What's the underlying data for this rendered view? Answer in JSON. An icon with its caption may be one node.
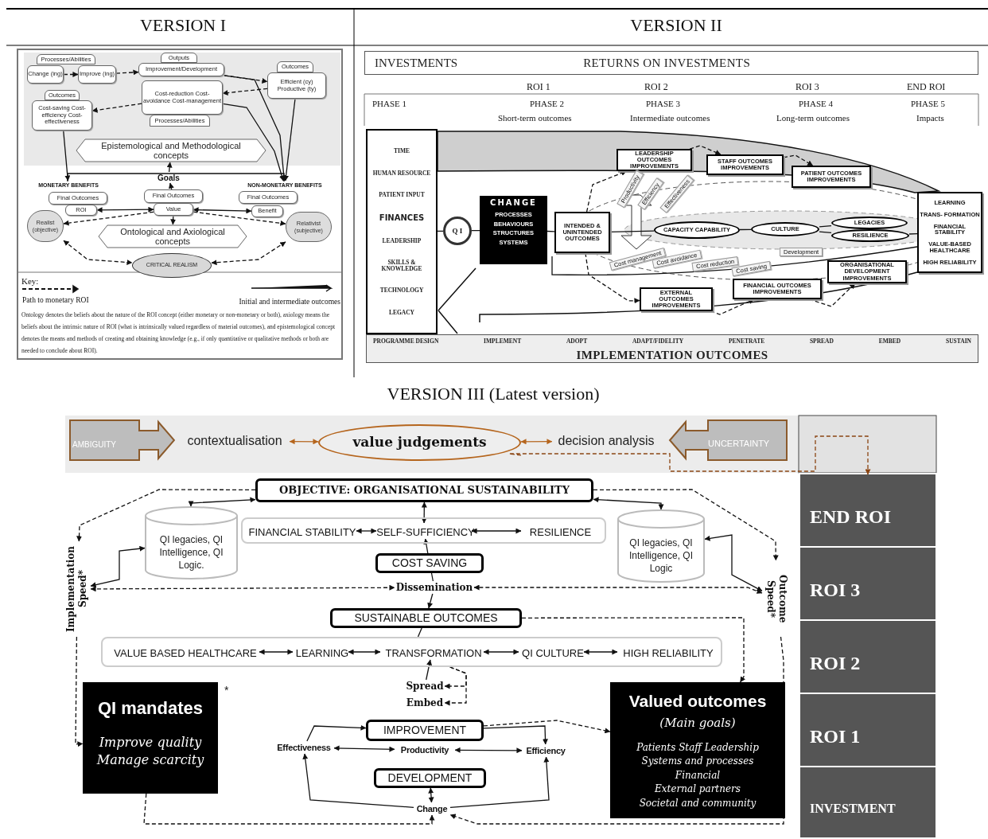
{
  "diagram": {
    "nodes": [
      {
        "text": [
          "Processes/Abilities"
        ]
      },
      {
        "text": [
          "Change (ing)"
        ]
      },
      {
        "text": [
          "Improve (ing)"
        ]
      },
      {
        "text": [
          "Outputs"
        ]
      },
      {
        "text": [
          "Improvement/Development"
        ]
      },
      {
        "text": [
          "Outcomes"
        ]
      },
      {
        "text": [
          "Efficient (cy) Productive (ty)"
        ]
      },
      {
        "text": [
          "Cost-reduction Cost-avoidance Cost-management"
        ]
      },
      {
        "text": [
          "Processes/Abilities"
        ]
      },
      {
        "text": [
          "Outcomes"
        ]
      },
      {
        "text": [
          "Cost-saving Cost-efficiency Cost-effectiveness"
        ]
      },
      {
        "text": [
          "Epistemological and Methodological concepts"
        ]
      },
      {
        "text": [
          "Goals"
        ]
      },
      {
        "text": [
          "MONETARY BENEFITS"
        ]
      },
      {
        "text": [
          "NON-MONETARY BENEFITS"
        ]
      },
      {
        "text": [
          "Final Outcomes"
        ]
      },
      {
        "text": [
          "ROI"
        ]
      },
      {
        "text": [
          "Final Outcomes"
        ]
      },
      {
        "text": [
          "Value"
        ]
      },
      {
        "text": [
          "Final Outcomes"
        ]
      },
      {
        "text": [
          "Benefit"
        ]
      },
      {
        "text": [
          "Realist",
          "(objective)"
        ]
      },
      {
        "text": [
          "Ontological and Axiological concepts"
        ]
      },
      {
        "text": [
          "Relativist",
          "(subjective)"
        ]
      },
      {
        "text": [
          "CRITICAL REALISM"
        ]
      },
      {
        "text": [
          "INVESTMENTS",
          "RETURNS ON INVESTMENTS"
        ]
      },
      {
        "text": [
          "TIME",
          "HUMAN RESOURCE",
          "PATIENT INPUT",
          "FINANCES",
          "LEADERSHIP",
          "SKILLS & KNOWLEDGE",
          "TECHNOLOGY",
          "LEGACY"
        ]
      },
      {
        "text": [
          "Q I"
        ]
      },
      {
        "text": [
          "CHANGE",
          "PROCESSES",
          "BEHAVIOURS",
          "STRUCTURES",
          "SYSTEMS"
        ]
      },
      {
        "text": [
          "INTENDED & UNINTENDED OUTCOMES"
        ]
      },
      {
        "text": [
          "LEADERSHIP OUTCOMES IMPROVEMENTS"
        ]
      },
      {
        "text": [
          "STAFF OUTCOMES IMPROVEMENTS"
        ]
      },
      {
        "text": [
          "PATIENT OUTCOMES IMPROVEMENTS"
        ]
      },
      {
        "text": [
          "CAPACITY CAPABILITY"
        ]
      },
      {
        "text": [
          "CULTURE"
        ]
      },
      {
        "text": [
          "LEGACIES"
        ]
      },
      {
        "text": [
          "RESILIENCE"
        ]
      },
      {
        "text": [
          "LEARNING",
          "TRANS- FORMATION",
          "FINANCIAL STABILITY",
          "VALUE-BASED HEALTHCARE",
          "HIGH RELIABILITY"
        ]
      },
      {
        "text": [
          "ORGANISATIONAL DEVELOPMENT IMPROVEMENTS"
        ]
      },
      {
        "text": [
          "FINANCIAL OUTCOMES IMPROVEMENTS"
        ]
      },
      {
        "text": [
          "EXTERNAL OUTCOMES IMPROVEMENTS"
        ]
      },
      {
        "text": [
          "PROGRAMME DESIGN",
          "IMPLEMENT",
          "ADOPT",
          "ADAPT/FIDELITY",
          "PENETRATE",
          "SPREAD",
          "EMBED",
          "SUSTAIN",
          "IMPLEMENTATION OUTCOMES"
        ]
      },
      {
        "text": [
          "AMBIGUITY"
        ]
      },
      {
        "text": [
          "contextualisation"
        ]
      },
      {
        "text": [
          "value judgements"
        ]
      },
      {
        "text": [
          "decision analysis"
        ]
      },
      {
        "text": [
          "UNCERTAINTY"
        ]
      },
      {
        "text": [
          "OBJECTIVE: ORGANISATIONAL SUSTAINABILITY"
        ]
      },
      {
        "text": [
          "QI legacies, QI Intelligence, QI Logic."
        ]
      },
      {
        "text": [],
        "shape": "box"
      },
      {
        "text": [
          "FINANCIAL STABILITY"
        ],
        "in": 49
      },
      {
        "text": [
          "SELF-SUFFICIENCY"
        ],
        "in": 49
      },
      {
        "text": [
          "RESILIENCE"
        ],
        "in": 49
      },
      {
        "text": [
          "QI legacies, QI Intelligence, QI Logic"
        ]
      },
      {
        "text": [
          "Implementation Speed*"
        ]
      },
      {
        "text": [
          "Outcome Speed*"
        ]
      },
      {
        "text": [
          "COST SAVING"
        ]
      },
      {
        "text": [
          "Dissemination"
        ]
      },
      {
        "text": [
          "SUSTAINABLE OUTCOMES"
        ]
      },
      {
        "text": [],
        "shape": "box"
      },
      {
        "text": [
          "VALUE BASED HEALTHCARE"
        ],
        "in": 59
      },
      {
        "text": [
          "LEARNING"
        ],
        "in": 59
      },
      {
        "text": [
          "TRANSFORMATION"
        ],
        "in": 59
      },
      {
        "text": [
          "QI CULTURE"
        ],
        "in": 59
      },
      {
        "text": [
          "HIGH RELIABILITY"
        ],
        "in": 59
      },
      {
        "text": [
          "Spread"
        ]
      },
      {
        "text": [
          "Embed"
        ]
      },
      {
        "text": [
          "QI mandates",
          "Improve quality Manage scarcity"
        ],
        "beside": [
          "*"
        ]
      },
      {
        "text": [
          "IMPROVEMENT"
        ]
      },
      {
        "text": [
          "Productivity"
        ]
      },
      {
        "text": [
          "Effectiveness"
        ]
      },
      {
        "text": [
          "Efficiency"
        ]
      },
      {
        "text": [
          "DEVELOPMENT"
        ]
      },
      {
        "text": [
          "Change"
        ]
      },
      {
        "text": [
          "Valued outcomes",
          "(Main goals)",
          "Patients Staff Leadership",
          "Systems and processes",
          "Financial",
          "External partners",
          "Societal and community"
        ]
      },
      {
        "text": [
          "END ROI"
        ]
      },
      {
        "text": [
          "ROI 3"
        ]
      },
      {
        "text": [
          "ROI 2"
        ]
      },
      {
        "text": [
          "ROI 1"
        ]
      },
      {
        "text": [
          "INVESTMENT"
        ]
      }
    ],
    "edges": [
      {
        "from": 1,
        "to": 2,
        "arrow": "to",
        "style": "dashed"
      },
      {
        "from": 2,
        "to": 4,
        "arrow": "to",
        "style": "dashed"
      },
      {
        "from": 4,
        "to": 6,
        "arrow": "to",
        "style": "dashed"
      },
      {
        "from": 6,
        "to": 7,
        "arrow": "to",
        "style": "dashed"
      },
      {
        "from": 7,
        "to": 10,
        "arrow": "to",
        "style": "dashed"
      },
      {
        "from": 10,
        "to": 13,
        "arrow": "to"
      },
      {
        "from": 4,
        "to": 14,
        "arrow": "to"
      },
      {
        "from": 7,
        "to": 14,
        "arrow": "to"
      },
      {
        "from": 6,
        "to": 14,
        "arrow": "to"
      },
      {
        "from": 12,
        "to": 11,
        "arrow": "to"
      },
      {
        "from": 17,
        "to": 12,
        "arrow": "to"
      },
      {
        "from": 16,
        "to": 18,
        "arrow": "both"
      },
      {
        "from": 18,
        "to": 20,
        "arrow": "both"
      },
      {
        "from": 18,
        "to": 22,
        "arrow": "to"
      },
      {
        "from": 18,
        "to": 21,
        "arrow": "to",
        "style": "dashed"
      },
      {
        "from": 18,
        "to": 23,
        "arrow": "to",
        "style": "dashed"
      },
      {
        "from": 21,
        "to": 24,
        "arrow": "both",
        "style": "dashed"
      },
      {
        "from": 23,
        "to": 24,
        "arrow": "both",
        "style": "dashed"
      },
      {
        "from": 26,
        "to": 27,
        "arrow": "none"
      },
      {
        "from": 27,
        "to": 28,
        "arrow": "none"
      },
      {
        "from": 28,
        "to": 29,
        "arrow": "none"
      },
      {
        "from": 29,
        "to": 33,
        "arrow": "none"
      },
      {
        "from": 33,
        "to": 34,
        "arrow": "none"
      },
      {
        "from": 34,
        "to": 35,
        "arrow": "none"
      },
      {
        "from": 34,
        "to": 36,
        "arrow": "none"
      },
      {
        "from": 36,
        "to": 37,
        "arrow": "none"
      },
      {
        "from": 29,
        "to": 30,
        "arrow": "to",
        "style": "dashed"
      },
      {
        "from": 30,
        "to": 31,
        "arrow": "to",
        "style": "dashed"
      },
      {
        "from": 31,
        "to": 32,
        "arrow": "to",
        "style": "dashed"
      },
      {
        "from": 29,
        "to": 40,
        "arrow": "to",
        "style": "dashed"
      },
      {
        "from": 40,
        "to": 39,
        "arrow": "to",
        "style": "dashed"
      },
      {
        "from": 39,
        "to": 38,
        "arrow": "to",
        "style": "dashed"
      },
      {
        "from": 43,
        "to": 44,
        "arrow": "both",
        "color": "#b5651d"
      },
      {
        "from": 44,
        "to": 45,
        "arrow": "both",
        "color": "#b5651d"
      },
      {
        "from": 44,
        "to": 75,
        "arrow": "to",
        "style": "dashed",
        "color": "#8b4513"
      },
      {
        "from": 47,
        "to": 54,
        "arrow": "to",
        "style": "dashed"
      },
      {
        "from": 47,
        "to": 55,
        "arrow": "to",
        "style": "dashed"
      },
      {
        "from": 47,
        "to": 48,
        "arrow": "both"
      },
      {
        "from": 48,
        "to": 54,
        "arrow": "both"
      },
      {
        "from": 47,
        "to": 53,
        "arrow": "both"
      },
      {
        "from": 53,
        "to": 55,
        "arrow": "both"
      },
      {
        "from": 50,
        "to": 51,
        "arrow": "both"
      },
      {
        "from": 51,
        "to": 52,
        "arrow": "both"
      },
      {
        "from": 47,
        "to": 51,
        "arrow": "both"
      },
      {
        "from": 56,
        "to": 51,
        "arrow": "to"
      },
      {
        "from": 56,
        "to": 57,
        "arrow": "none"
      },
      {
        "from": 57,
        "to": 58,
        "arrow": "to"
      },
      {
        "from": 54,
        "to": 57,
        "arrow": "both",
        "style": "dashed"
      },
      {
        "from": 55,
        "to": 57,
        "arrow": "both",
        "style": "dashed"
      },
      {
        "from": 58,
        "to": 74,
        "arrow": "to",
        "style": "dashed"
      },
      {
        "from": 58,
        "to": 59,
        "arrow": "none"
      },
      {
        "from": 60,
        "to": 61,
        "arrow": "both"
      },
      {
        "from": 61,
        "to": 62,
        "arrow": "both"
      },
      {
        "from": 62,
        "to": 63,
        "arrow": "both"
      },
      {
        "from": 63,
        "to": 64,
        "arrow": "both"
      },
      {
        "from": 65,
        "to": 62,
        "arrow": "to"
      },
      {
        "from": 59,
        "to": 65,
        "arrow": "to",
        "style": "dashed"
      },
      {
        "from": 59,
        "to": 66,
        "arrow": "to",
        "style": "dashed"
      },
      {
        "from": 54,
        "to": 67,
        "arrow": "to",
        "style": "dashed"
      },
      {
        "from": 67,
        "to": 73,
        "arrow": "to",
        "style": "dashed"
      },
      {
        "from": 68,
        "to": 74,
        "arrow": "to",
        "style": "dashed"
      },
      {
        "from": 55,
        "to": 73,
        "arrow": "to",
        "style": "dashed"
      },
      {
        "from": 70,
        "to": 68,
        "arrow": "to"
      },
      {
        "from": 68,
        "to": 71,
        "arrow": "to"
      },
      {
        "from": 73,
        "to": 71,
        "arrow": "to"
      },
      {
        "from": 73,
        "to": 70,
        "arrow": "to"
      },
      {
        "from": 69,
        "to": 70,
        "arrow": "both"
      },
      {
        "from": 69,
        "to": 71,
        "arrow": "both"
      },
      {
        "from": 72,
        "to": 73,
        "arrow": "both"
      }
    ],
    "labels": [
      "VERSION I",
      "VERSION II",
      "Key:",
      "Ontology denotes the beliefs about the nature of the ROI concept (either monetary or non-monetary or both), axiology means the beliefs about the intrinsic nature of ROI (what is intrinsically valued regardless of material outcomes), and epistemological concept denotes the means and methods of creating and obtaining knowledge (e.g., if only quantitative or qualitative methods or both are needed to conclude about ROI).",
      "ROI 1",
      "ROI 2",
      "ROI 3",
      "END ROI",
      "PHASE 1",
      "PHASE 2",
      "PHASE 3",
      "PHASE 4",
      "PHASE 5",
      "Short-term outcomes",
      "Intermediate outcomes",
      "Long-term outcomes",
      "Impacts",
      "Productivity",
      "Efficiency",
      "Effectiveness",
      "Cost management",
      "Cost avoidance",
      "Cost reduction",
      "Cost saving",
      "Development",
      "VERSION III (Latest version)"
    ],
    "legend": [
      {
        "text": "Path to monetary ROI"
      },
      {
        "text": "Initial and intermediate outcomes"
      }
    ]
  }
}
